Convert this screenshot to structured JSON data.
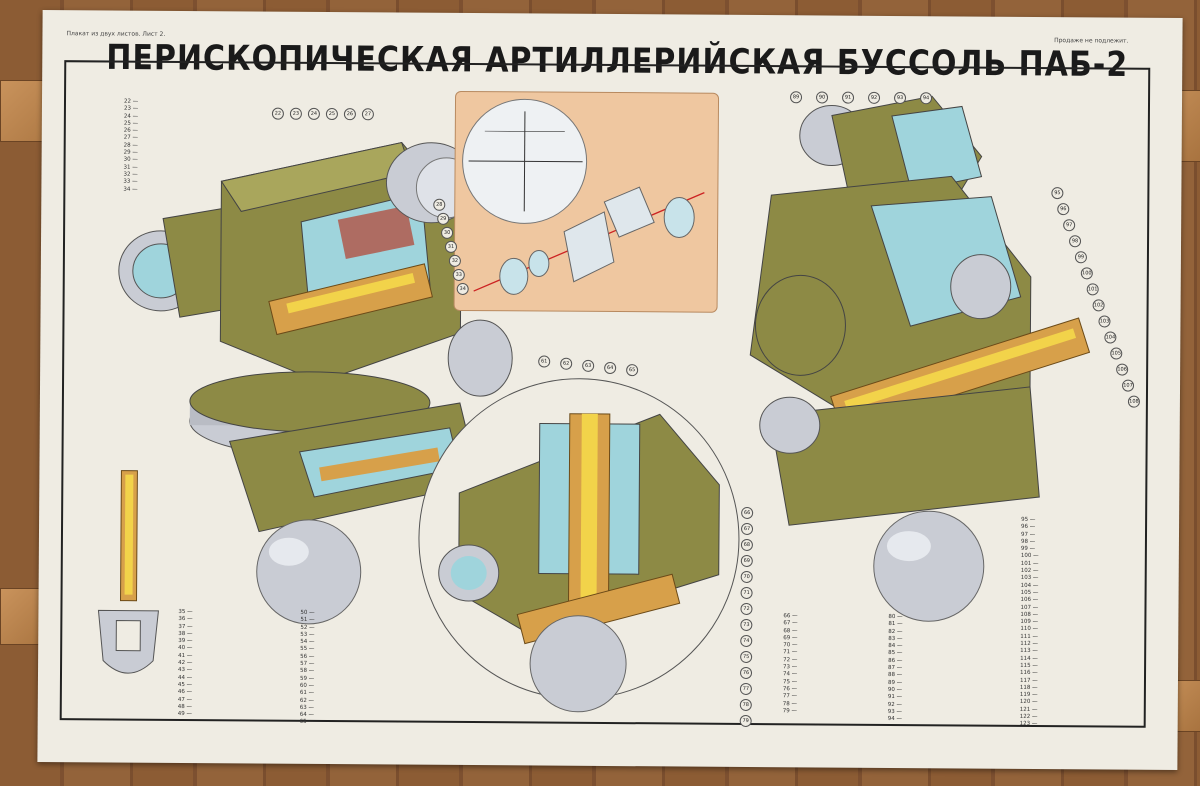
{
  "poster": {
    "title": "ПЕРИСКОПИЧЕСКАЯ АРТИЛЛЕРИЙСКАЯ БУССОЛЬ ПАБ-2",
    "sheet_note": "Плакат из двух листов. Лист 2.",
    "stamp": "Продаже не подлежит.",
    "footer_left": "",
    "footer_right": ""
  },
  "legends": {
    "top_left": [
      "22",
      "23",
      "24",
      "25",
      "26",
      "27",
      "28",
      "29",
      "30",
      "31",
      "32",
      "33",
      "34"
    ],
    "bottom_left_a": [
      "35",
      "36",
      "37",
      "38",
      "39",
      "40",
      "41",
      "42",
      "43",
      "44",
      "45",
      "46",
      "47",
      "48",
      "49"
    ],
    "bottom_left_b": [
      "50",
      "51",
      "52",
      "53",
      "54",
      "55",
      "56",
      "57",
      "58",
      "59",
      "60",
      "61",
      "62",
      "63",
      "64",
      "65"
    ],
    "bottom_mid_a": [
      "66",
      "67",
      "68",
      "69",
      "70",
      "71",
      "72",
      "73",
      "74",
      "75",
      "76",
      "77",
      "78",
      "79"
    ],
    "bottom_mid_b": [
      "80",
      "81",
      "82",
      "83",
      "84",
      "85",
      "86",
      "87",
      "88",
      "89",
      "90",
      "91",
      "92",
      "93",
      "94"
    ],
    "right": [
      "95",
      "96",
      "97",
      "98",
      "99",
      "100",
      "101",
      "102",
      "103",
      "104",
      "105",
      "106",
      "107",
      "108",
      "109",
      "110",
      "111",
      "112",
      "113",
      "114",
      "115",
      "116",
      "117",
      "118",
      "119",
      "120",
      "121",
      "122",
      "123"
    ]
  },
  "callouts": {
    "left_top": [
      "22",
      "23",
      "24",
      "25",
      "26",
      "27"
    ],
    "left_side": [
      "28",
      "29",
      "30",
      "31",
      "32",
      "33",
      "34"
    ],
    "optics": [
      "61",
      "62",
      "63",
      "64",
      "65"
    ],
    "right_top": [
      "89",
      "90",
      "91",
      "92",
      "93",
      "94"
    ],
    "right_side": [
      "95",
      "96",
      "97",
      "98",
      "99",
      "100",
      "101",
      "102",
      "103",
      "104",
      "105",
      "106",
      "107",
      "108"
    ],
    "center": [
      "66",
      "67",
      "68",
      "69",
      "70",
      "71",
      "72",
      "73",
      "74",
      "75",
      "76",
      "77",
      "78",
      "79"
    ]
  },
  "colors": {
    "olive": "#8d8a45",
    "olive_dark": "#5f5c2a",
    "cyan": "#9fd4dc",
    "brass": "#d7a04a",
    "yellow": "#f2d34a",
    "steel": "#c9ccd4",
    "inset_bg": "#efc7a0"
  }
}
